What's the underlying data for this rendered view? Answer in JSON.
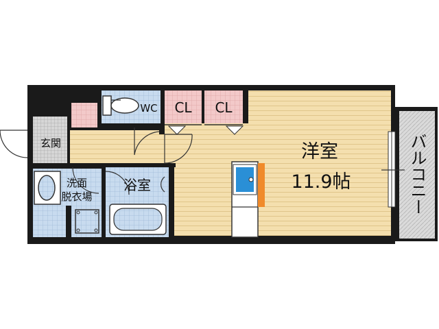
{
  "rooms": {
    "western_room": {
      "name": "洋室",
      "size": "11.9帖"
    },
    "balcony": {
      "name": "バルコニー"
    },
    "closet_1": {
      "name": "CL"
    },
    "closet_2": {
      "name": "CL"
    },
    "toilet": {
      "name": "WC"
    },
    "entrance": {
      "name": "玄関"
    },
    "washroom": {
      "line1": "洗面",
      "line2": "脱衣場"
    },
    "bathroom": {
      "name": "浴室"
    }
  },
  "colors": {
    "wall": "#1a1a1a",
    "wood_floor": "#f4dfae",
    "wood_line": "#e3c98f",
    "tile_blue": "#c8dbef",
    "closet_pink": "#f3c9c9",
    "entrance_gray": "#cfcfcf",
    "balcony_gray": "#d4d4d4",
    "kitchen_accent": "#f08a2a",
    "sink_blue": "#2a8fd6"
  }
}
